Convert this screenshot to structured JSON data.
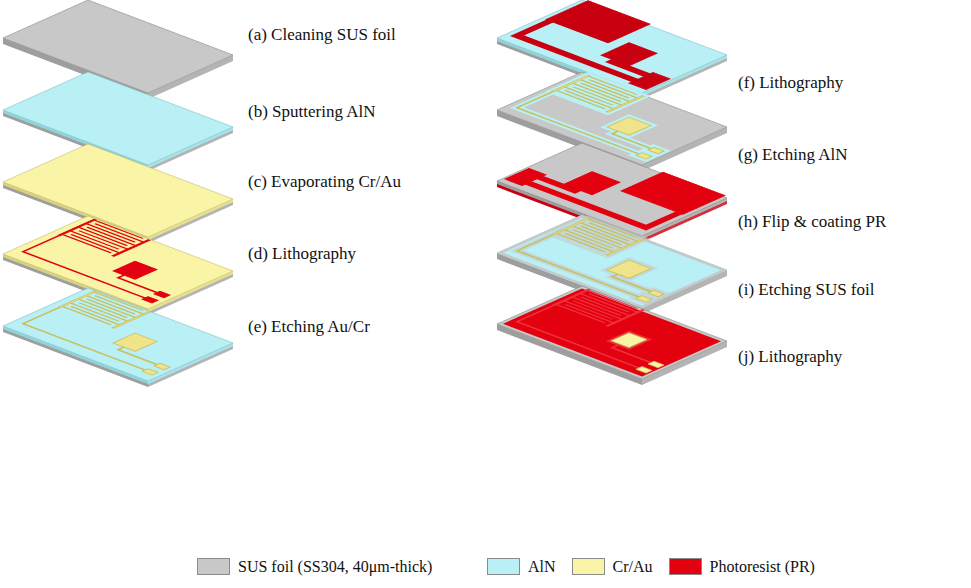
{
  "diagram": {
    "labels": [
      "(a) Cleaning SUS foil",
      "(b) Sputtering AlN",
      "(c) Evaporating Cr/Au",
      "(d) Lithography",
      "(e) Etching Au/Cr",
      "(f) Lithography",
      "(g) Etching AlN",
      "(h) Flip & coating PR",
      "(i) Etching SUS foil",
      "(j) Lithography"
    ],
    "legend": [
      {
        "text": "SUS foil (SS304, 40μm-thick)",
        "color": "#c8c8c8"
      },
      {
        "text": "AlN",
        "color": "#b8f0f5"
      },
      {
        "text": "Cr/Au",
        "color": "#faf5a6"
      },
      {
        "text": "Photoresist (PR)",
        "color": "#e3000f"
      }
    ]
  }
}
